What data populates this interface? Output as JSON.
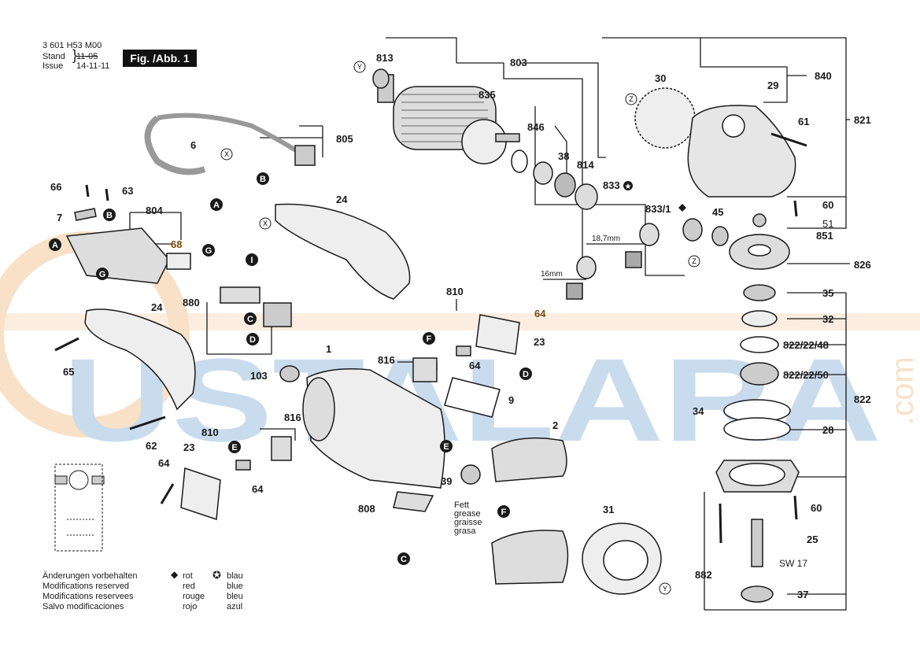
{
  "header": {
    "doc_number": "3 601 H53 M00",
    "stand_label": "Stand",
    "issue_label": "Issue",
    "stand_date": "11-05",
    "issue_date": "14-11-11",
    "figure_label": "Fig. /Abb. 1"
  },
  "watermark": {
    "text": "USTALARA",
    "suffix": ".com",
    "color": "#9dbfe0"
  },
  "callouts": {
    "p813": "813",
    "p803": "803",
    "p835": "835",
    "p846": "846",
    "p38": "38",
    "p814": "814",
    "p833": "833",
    "p833_1": "833/1",
    "p30": "30",
    "p840": "840",
    "p29": "29",
    "p61": "61",
    "p821": "821",
    "p60a": "60",
    "p51": "51",
    "p851": "851",
    "p45": "45",
    "p826": "826",
    "p35": "35",
    "p32": "32",
    "p822_22_48": "822/22/48",
    "p822_22_50": "822/22/50",
    "p822": "822",
    "p34": "34",
    "p28": "28",
    "p60b": "60",
    "p25": "25",
    "sw17": "SW 17",
    "p882": "882",
    "p37": "37",
    "p31": "31",
    "p2": "2",
    "p39": "39",
    "p808": "808",
    "p1": "1",
    "p9": "9",
    "p23a": "23",
    "p64a": "64",
    "p810a": "810",
    "p816a": "816",
    "p64b": "64",
    "p103": "103",
    "p816b": "816",
    "p810b": "810",
    "p23b": "23",
    "p64c": "64",
    "p64d": "64",
    "p62": "62",
    "p65": "65",
    "p24a": "24",
    "p880": "880",
    "p68": "68",
    "p804": "804",
    "p63": "63",
    "p66": "66",
    "p7": "7",
    "p6": "6",
    "p805": "805",
    "p24b": "24",
    "dim_18_7": "18,7mm",
    "dim_16": "16mm"
  },
  "grease_note": [
    "Fett",
    "grease",
    "graisse",
    "grasa"
  ],
  "badges": {
    "A": "A",
    "B": "B",
    "C": "C",
    "D": "D",
    "E": "E",
    "F": "F",
    "G": "G",
    "I": "I",
    "X": "X",
    "Y": "Y",
    "Z": "Z"
  },
  "footer": {
    "notes": [
      "Änderungen vorbehalten",
      "Modifications reserved",
      "Modifications reservees",
      "Salvo modificaciones"
    ],
    "red_words": [
      "rot",
      "red",
      "rouge",
      "rojo"
    ],
    "blue_words": [
      "blau",
      "blue",
      "bleu",
      "azul"
    ]
  },
  "colors": {
    "ink": "#1a1a1a",
    "watermark_blue": "#9dbfe0",
    "watermark_orange": "#f3c99a",
    "highlight_text": "#7a4a10"
  }
}
